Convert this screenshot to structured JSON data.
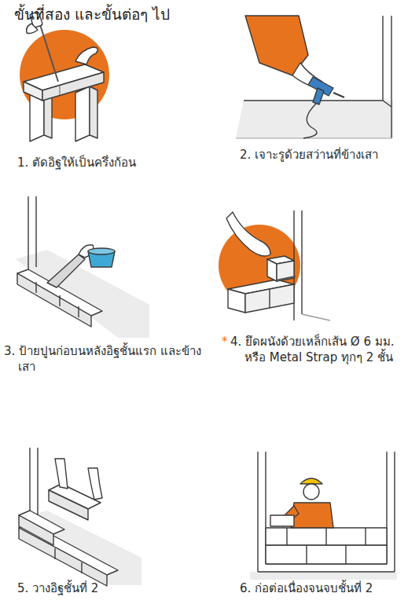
{
  "diagram": {
    "title": "ขั้นที่สอง และขั้นต่อๆ ไป",
    "labels": [
      "1. ตัดอิฐให้เป็นครึ่งก้อน",
      "2. เจาะรูด้วยสว่านที่ข้างเสา",
      "3. ป้ายปูนก่อบนหลังอิฐชั้นแรก และข้างเสา",
      "*",
      "4. ยึดผนังด้วยเหล็กเส้น Ø 6 มม. หรือ Metal Strap ทุกๆ 2 ชั้น",
      "5. วางอิฐชั้นที่ 2",
      "6. ก่อต่อเนื่องจนจบชั้นที่ 2"
    ]
  }
}
